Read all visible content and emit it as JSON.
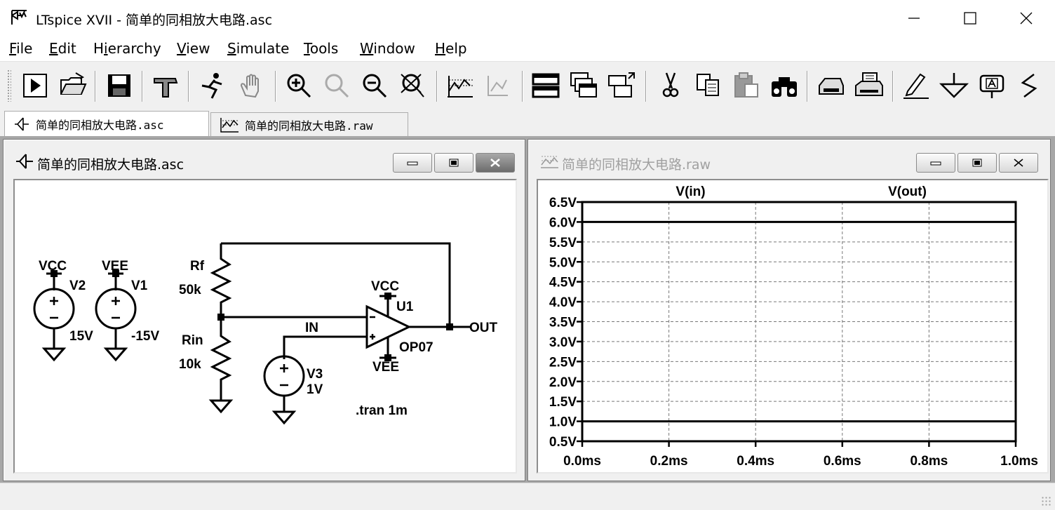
{
  "window": {
    "title": "LTspice XVII - 简单的同相放大电路.asc",
    "minimize_glyph": "—",
    "maximize_glyph": "☐",
    "close_glyph": "✕"
  },
  "menu": [
    {
      "accel": "F",
      "rest": "ile"
    },
    {
      "accel": "E",
      "rest": "dit"
    },
    {
      "pre": "H",
      "accel": "i",
      "rest": "erarchy"
    },
    {
      "accel": "V",
      "rest": "iew"
    },
    {
      "accel": "S",
      "rest": "imulate"
    },
    {
      "accel": "T",
      "rest": "ools"
    },
    {
      "accel": "W",
      "rest": "indow"
    },
    {
      "accel": "H",
      "rest": "elp"
    }
  ],
  "toolbar": {
    "icons": [
      "run-icon",
      "open-icon",
      "save-icon",
      "control-panel-icon",
      "halt-icon",
      "pan-icon",
      "zoom-in-icon",
      "zoom-area-icon",
      "zoom-out-icon",
      "zoom-fit-icon",
      "autorange-icon",
      "zoom-back-icon",
      "tile-horizontal-icon",
      "cascade-icon",
      "tile-vertical-icon",
      "cut-icon",
      "copy-icon",
      "paste-icon",
      "find-icon",
      "print-preview-icon",
      "print-icon",
      "draw-wire-icon",
      "ground-icon",
      "label-net-icon",
      "component-icon"
    ]
  },
  "tabs": [
    {
      "label": "简单的同相放大电路.asc",
      "icon": "schematic-icon",
      "active": true
    },
    {
      "label": "简单的同相放大电路.raw",
      "icon": "waveform-icon",
      "active": false
    }
  ],
  "schematic": {
    "title": "简单的同相放大电路.asc",
    "labels": {
      "vcc": "VCC",
      "vee": "VEE",
      "v2": "V2",
      "v1": "V1",
      "v2_value": "15V",
      "v1_value": "-15V",
      "rf": "Rf",
      "rf_value": "50k",
      "rin": "Rin",
      "rin_value": "10k",
      "opamp_vcc": "VCC",
      "opamp_vee": "VEE",
      "u1": "U1",
      "op07": "OP07",
      "in": "IN",
      "out": "OUT",
      "v3": "V3",
      "v3_value": "1V",
      "directive": ".tran 1m"
    }
  },
  "waveform": {
    "title": "简单的同相放大电路.raw",
    "accent_color": "#000000",
    "chart_data": {
      "type": "line",
      "series": [
        {
          "name": "V(in)",
          "x": [
            0.0,
            1.0
          ],
          "y": [
            1.0,
            1.0
          ]
        },
        {
          "name": "V(out)",
          "x": [
            0.0,
            1.0
          ],
          "y": [
            6.0,
            6.0
          ]
        }
      ],
      "xlim": [
        0.0,
        1.0
      ],
      "ylim": [
        0.5,
        6.5
      ],
      "x_ticks": [
        0.0,
        0.2,
        0.4,
        0.6,
        0.8,
        1.0
      ],
      "x_tick_labels": [
        "0.0ms",
        "0.2ms",
        "0.4ms",
        "0.6ms",
        "0.8ms",
        "1.0ms"
      ],
      "y_ticks": [
        0.5,
        1.0,
        1.5,
        2.0,
        2.5,
        3.0,
        3.5,
        4.0,
        4.5,
        5.0,
        5.5,
        6.0,
        6.5
      ],
      "y_tick_labels": [
        "0.5V",
        "1.0V",
        "1.5V",
        "2.0V",
        "2.5V",
        "3.0V",
        "3.5V",
        "4.0V",
        "4.5V",
        "5.0V",
        "5.5V",
        "6.0V",
        "6.5V"
      ],
      "grid": true,
      "xlabel": "",
      "ylabel": "",
      "title": ""
    }
  }
}
